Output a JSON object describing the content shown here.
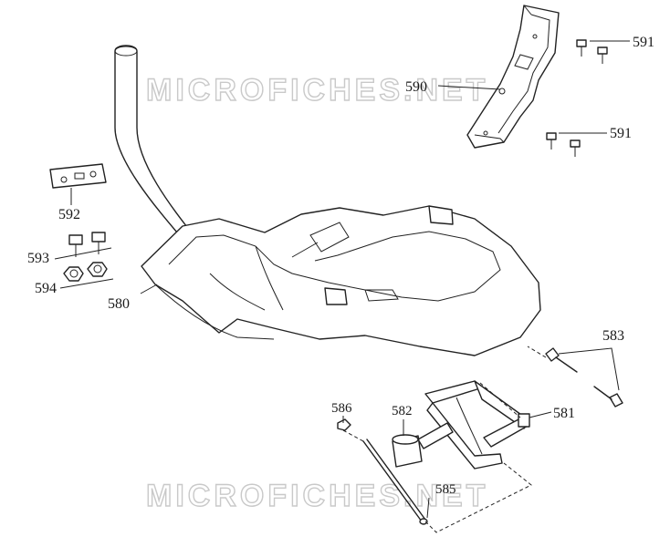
{
  "watermark": {
    "text": "MICROFICHES.NET",
    "color": "#c9c9c9"
  },
  "callouts": {
    "p580": "580",
    "p581": "581",
    "p582": "582",
    "p583": "583",
    "p585": "585",
    "p586": "586",
    "p590": "590",
    "p591_top": "591",
    "p591_bottom": "591",
    "p592": "592",
    "p593": "593",
    "p594": "594"
  },
  "line_color": "#222222",
  "background": "#ffffff"
}
